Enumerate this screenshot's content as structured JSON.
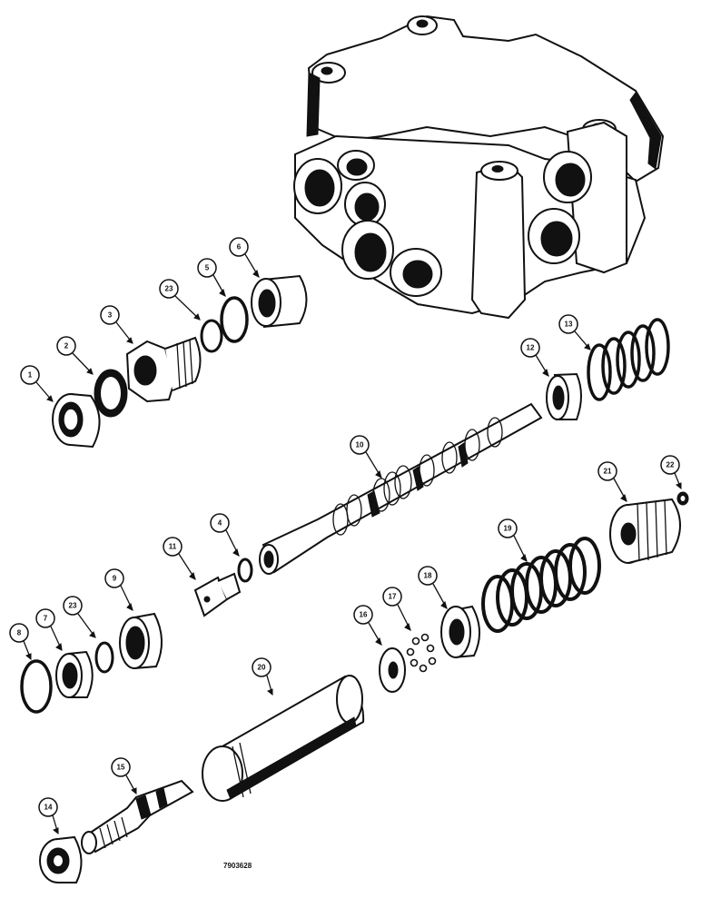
{
  "figure_number": "7903628",
  "callouts": [
    {
      "id": "c1",
      "label": "1"
    },
    {
      "id": "c2",
      "label": "2"
    },
    {
      "id": "c3",
      "label": "3"
    },
    {
      "id": "c23a",
      "label": "23"
    },
    {
      "id": "c5",
      "label": "5"
    },
    {
      "id": "c6",
      "label": "6"
    },
    {
      "id": "c12",
      "label": "12"
    },
    {
      "id": "c13",
      "label": "13"
    },
    {
      "id": "c10",
      "label": "10"
    },
    {
      "id": "c21",
      "label": "21"
    },
    {
      "id": "c22",
      "label": "22"
    },
    {
      "id": "c4",
      "label": "4"
    },
    {
      "id": "c11",
      "label": "11"
    },
    {
      "id": "c19",
      "label": "19"
    },
    {
      "id": "c9",
      "label": "9"
    },
    {
      "id": "c8",
      "label": "8"
    },
    {
      "id": "c7",
      "label": "7"
    },
    {
      "id": "c23b",
      "label": "23"
    },
    {
      "id": "c16a",
      "label": "16"
    },
    {
      "id": "c17",
      "label": "17"
    },
    {
      "id": "c18",
      "label": "18"
    },
    {
      "id": "c20",
      "label": "20"
    },
    {
      "id": "c15",
      "label": "15"
    },
    {
      "id": "c14",
      "label": "14"
    }
  ]
}
